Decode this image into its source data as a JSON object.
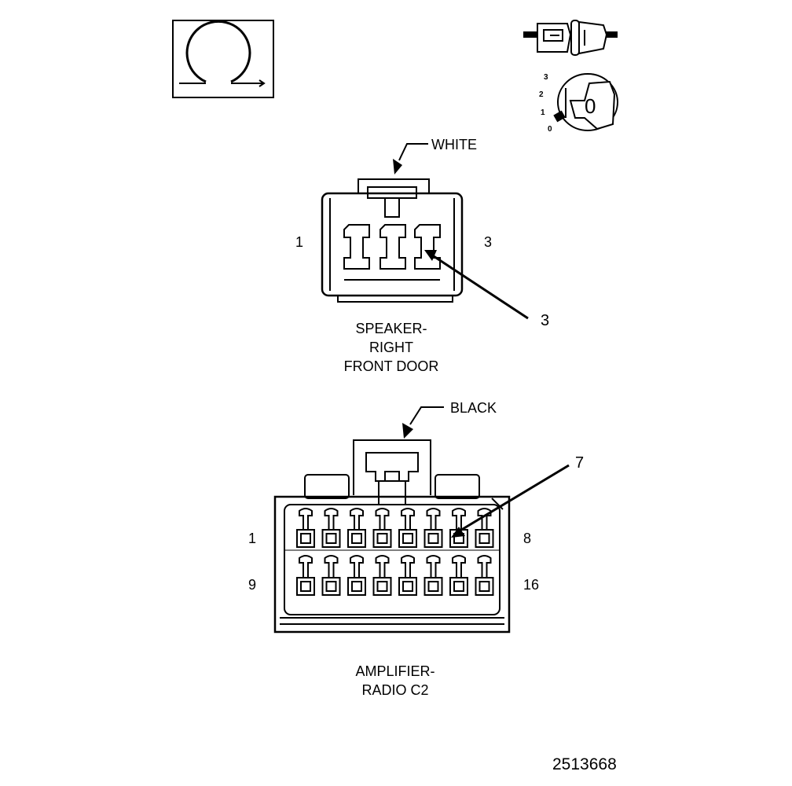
{
  "icons": {
    "ohmmeter": "ohm-symbol-icon",
    "fuse": "fuse-icon",
    "ignition": "ignition-key-icon",
    "ignition_positions": [
      "3",
      "2",
      "1",
      "0"
    ],
    "ignition_key_label": "0"
  },
  "connector_top": {
    "color_label": "WHITE",
    "pin_first": "1",
    "pin_last": "3",
    "pointer_label": "3",
    "caption": [
      "SPEAKER-",
      "RIGHT",
      "FRONT DOOR"
    ]
  },
  "connector_bottom": {
    "color_label": "BLACK",
    "row1_first": "1",
    "row1_last": "8",
    "row2_first": "9",
    "row2_last": "16",
    "pointer_label": "7",
    "caption": [
      "AMPLIFIER-",
      "RADIO C2"
    ]
  },
  "figure_number": "2513668"
}
